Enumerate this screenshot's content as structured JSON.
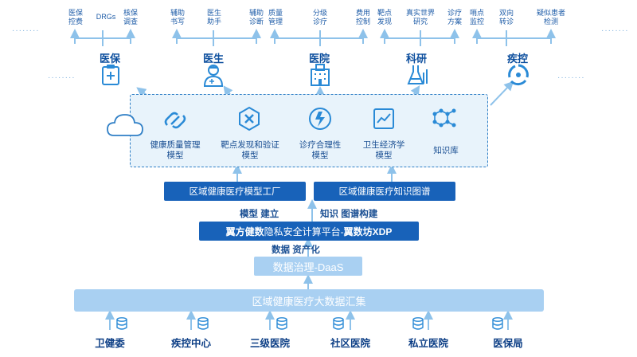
{
  "top_leaves": [
    {
      "id": "yibaokongfei",
      "text": "医保\n控费"
    },
    {
      "id": "drgs",
      "text": "DRGs"
    },
    {
      "id": "hebaodiaocha",
      "text": "核保\n调查"
    },
    {
      "id": "fuzhushuxie",
      "text": "辅助\n书写"
    },
    {
      "id": "yishengzhushou",
      "text": "医生\n助手"
    },
    {
      "id": "fuzhuzhenduan",
      "text": "辅助\n诊断"
    },
    {
      "id": "zhiliangguanli",
      "text": "质量\n管理"
    },
    {
      "id": "fenjizhenliao",
      "text": "分级\n诊疗"
    },
    {
      "id": "feiyongkongzhi",
      "text": "费用\n控制"
    },
    {
      "id": "badianfaxian",
      "text": "靶点\n发现"
    },
    {
      "id": "zhenshishijie",
      "text": "真实世界\n研究"
    },
    {
      "id": "zhenliaofangan",
      "text": "诊疗\n方案"
    },
    {
      "id": "shaodianjiankong",
      "text": "哨点\n监控"
    },
    {
      "id": "shuangxiangzhuanzhen",
      "text": "双向\n转诊"
    },
    {
      "id": "yisihuanzhe",
      "text": "疑似患者\n检测"
    }
  ],
  "categories": [
    {
      "id": "yibao",
      "label": "医保",
      "icon": "clipboard-cross-icon"
    },
    {
      "id": "yisheng",
      "label": "医生",
      "icon": "doctor-icon"
    },
    {
      "id": "yiyuan",
      "label": "医院",
      "icon": "hospital-building-icon"
    },
    {
      "id": "keyan",
      "label": "科研",
      "icon": "flask-icon"
    },
    {
      "id": "jikong",
      "label": "疾控",
      "icon": "virus-cycle-icon"
    }
  ],
  "models": [
    {
      "id": "jiankangzhiliang",
      "label": "健康质量管理\n模型",
      "icon": "link-chain-icon"
    },
    {
      "id": "badianfaxianyanzheng",
      "label": "靶点发现和验证\n模型",
      "icon": "molecule-box-icon"
    },
    {
      "id": "zhenliaoheli",
      "label": "诊疗合理性\n模型",
      "icon": "pulse-circle-icon"
    },
    {
      "id": "weishengjingji",
      "label": "卫生经济学\n模型",
      "icon": "trend-document-icon"
    },
    {
      "id": "zhishiku",
      "label": "知识库",
      "icon": "network-graph-icon"
    }
  ],
  "model_factory": "区域健康医疗模型工厂",
  "knowledge_graph": "区域健康医疗知识图谱",
  "flow_left": "模型 建立",
  "flow_right": "知识 图谱构建",
  "platform": {
    "bold": "翼方健数",
    "normal": "隐私安全计算平台-",
    "bold2": "翼数坊XDP"
  },
  "flow_data": "数据 资产化",
  "daas": "数据治理-DaaS",
  "hub": "区域健康医疗大数据汇集",
  "sources": [
    {
      "id": "weijianwei",
      "label": "卫健委"
    },
    {
      "id": "jikongzhongxin",
      "label": "疾控中心"
    },
    {
      "id": "sanjiyiyuan",
      "label": "三级医院"
    },
    {
      "id": "shequyiyuan",
      "label": "社区医院"
    },
    {
      "id": "siliyiyuan",
      "label": "私立医院"
    },
    {
      "id": "yibaoju",
      "label": "医保局"
    }
  ],
  "colors": {
    "primary": "#1862b9",
    "light": "#a9d0f2",
    "accent_icon": "#2a8ad6",
    "panel_bg": "#e8f3fb"
  }
}
